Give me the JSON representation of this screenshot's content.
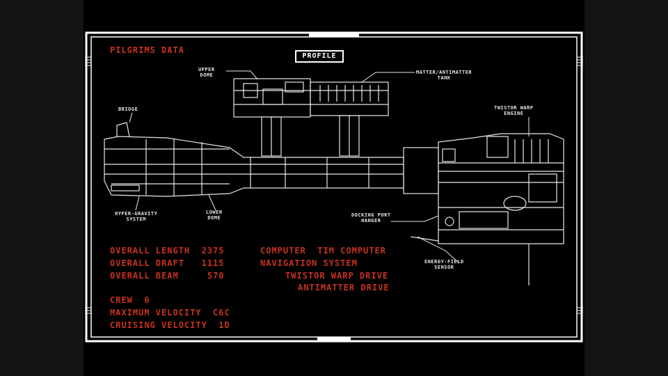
{
  "screen_title": "PILGRIMS DATA",
  "view_tab": "PROFILE",
  "labels": {
    "upper_dome": "UPPER\nDOME",
    "matter_tank": "MATTER/ANTIMATTER\nTANK",
    "bridge": "BRIDGE",
    "twistor_engine": "TWISTOR WARP\nENGINE",
    "hyper_gravity": "HYPER-GRAVITY\nSYSTEM",
    "lower_dome": "LOWER\nDOME",
    "docking_port": "DOCKING PORT\nHANGER",
    "energy_field": "ENERGY-FIELD\nSENSOR"
  },
  "specs": {
    "length": "OVERALL LENGTH  2375",
    "draft": "OVERALL DRAFT   1115",
    "beam": "OVERALL BEAM     570",
    "computer": "COMPUTER  TIM COMPUTER",
    "navigation": "NAVIGATION SYSTEM",
    "twistor_drive": "TWISTOR WARP DRIVE",
    "antimatter_drive": "ANTIMATTER DRIVE",
    "crew": "CREW  6",
    "max_velocity": "MAXIMUM VELOCITY  C6C",
    "cruising_velocity": "CRUISING VELOCITY  1D"
  },
  "colors": {
    "text": "#c8321e",
    "lines": "#e8e8e8",
    "frame": "#ffffff"
  }
}
